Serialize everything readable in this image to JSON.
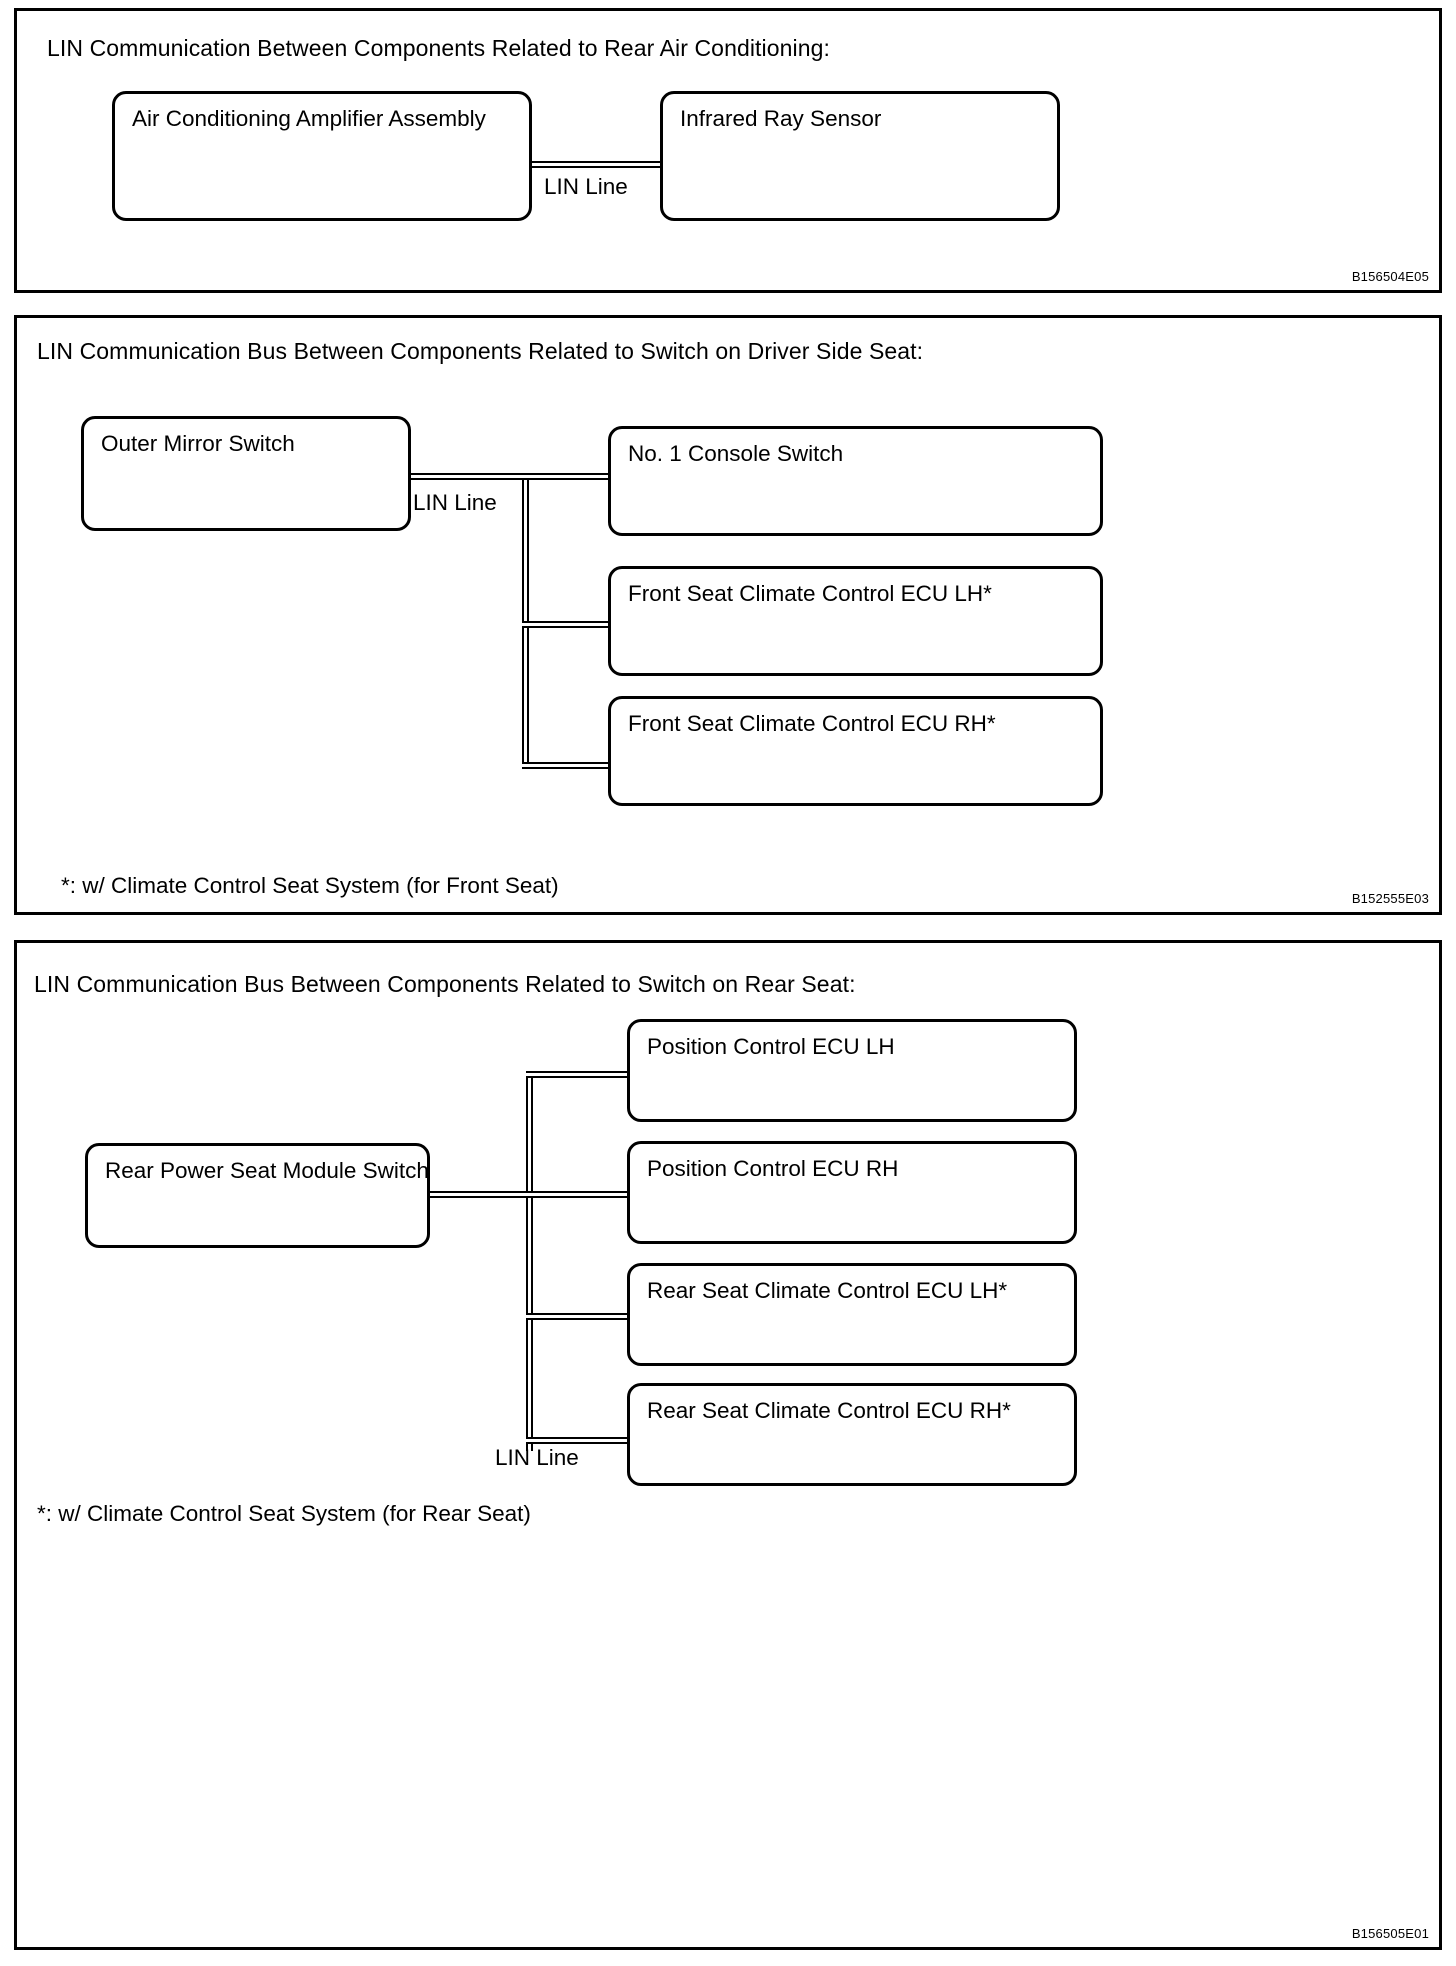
{
  "panels": [
    {
      "id": "rear-air-conditioning",
      "title": "LIN Communication Between Components Related to Rear Air Conditioning:",
      "ref_code": "B156504E05",
      "bus_label": "LIN Line",
      "footnote": "",
      "nodes": [
        {
          "label": "Air Conditioning Amplifier Assembly"
        },
        {
          "label": "Infrared Ray Sensor"
        }
      ]
    },
    {
      "id": "driver-side-seat-switch",
      "title": "LIN Communication Bus Between Components Related to Switch on Driver Side Seat:",
      "ref_code": "B152555E03",
      "bus_label": "LIN Line",
      "footnote": "*: w/ Climate Control Seat System (for Front Seat)",
      "nodes": [
        {
          "label": "Outer Mirror Switch"
        },
        {
          "label": "No. 1 Console Switch"
        },
        {
          "label": "Front Seat Climate Control ECU LH*"
        },
        {
          "label": "Front Seat Climate Control ECU RH*"
        }
      ]
    },
    {
      "id": "rear-seat-switch",
      "title": "LIN Communication Bus Between Components Related to Switch on Rear Seat:",
      "ref_code": "B156505E01",
      "bus_label": "LIN Line",
      "footnote": "*: w/ Climate Control Seat System (for Rear Seat)",
      "nodes": [
        {
          "label": "Rear Power Seat Module Switch"
        },
        {
          "label": "Position Control ECU LH"
        },
        {
          "label": "Position Control ECU RH"
        },
        {
          "label": "Rear Seat Climate Control ECU LH*"
        },
        {
          "label": "Rear Seat Climate Control ECU RH*"
        }
      ]
    }
  ],
  "colors": {
    "stroke": "#000000",
    "background": "#ffffff"
  }
}
